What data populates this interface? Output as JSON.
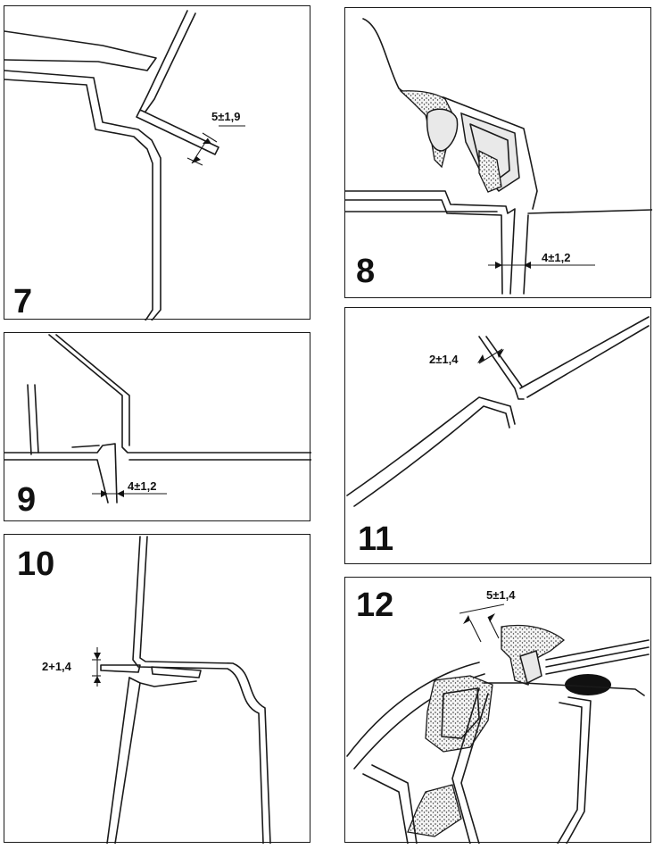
{
  "panels": [
    {
      "number": "7",
      "dimension": "5±1,9"
    },
    {
      "number": "8",
      "dimension": "4±1,2"
    },
    {
      "number": "9",
      "dimension": "4±1,2"
    },
    {
      "number": "10",
      "dimension": "2+1,4"
    },
    {
      "number": "11",
      "dimension": "2±1,4"
    },
    {
      "number": "12",
      "dimension": "5±1,4"
    }
  ]
}
